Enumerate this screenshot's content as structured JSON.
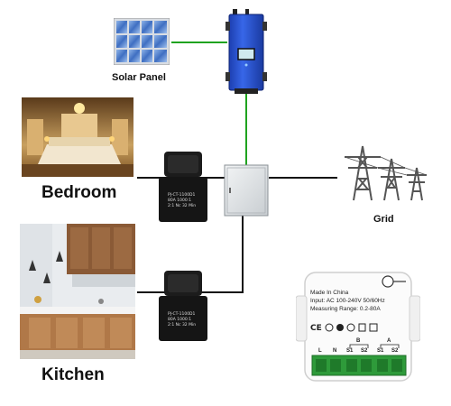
{
  "labels": {
    "solar_panel": "Solar Panel",
    "bedroom": "Bedroom",
    "kitchen": "Kitchen",
    "grid": "Grid"
  },
  "ct_clamp": {
    "line1": "PJ-CT-1100D1",
    "line2": "80A 1000:1",
    "line3": "2:1 Nc 32 Min"
  },
  "module": {
    "line1": "Made In China",
    "line2": "Input: AC 100-240V 50/60Hz",
    "line3": "Measuring Range: 0.2-80A",
    "terminal_labels": [
      "L",
      "N",
      "S1",
      "S2",
      "S1",
      "S2"
    ],
    "group_labels": [
      "B",
      "A"
    ]
  },
  "colors": {
    "ac_wire": "#1fa31f",
    "dc_wire": "#111111",
    "inverter": "#2a52d6"
  }
}
